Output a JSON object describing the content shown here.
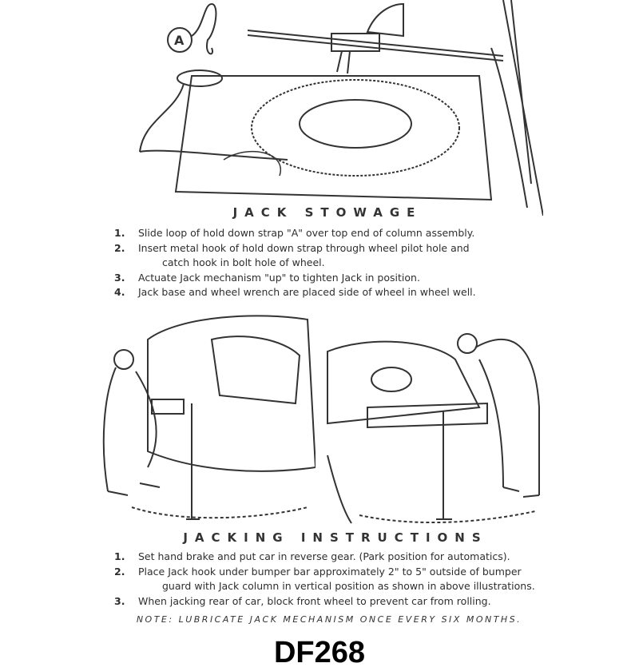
{
  "stowage": {
    "callout_label": "A",
    "heading": "JACK STOWAGE",
    "steps": [
      {
        "num": "1.",
        "text": "Slide loop of hold down strap \"A\" over top end of column assembly."
      },
      {
        "num": "2.",
        "text": "Insert metal hook of hold down strap through wheel pilot hole and",
        "cont": "catch hook in bolt hole of wheel."
      },
      {
        "num": "3.",
        "text": "Actuate Jack mechanism \"up\" to tighten Jack in position."
      },
      {
        "num": "4.",
        "text": "Jack base and wheel wrench are placed side of wheel in wheel well."
      }
    ]
  },
  "jacking": {
    "heading": "JACKING INSTRUCTIONS",
    "steps": [
      {
        "num": "1.",
        "text": "Set hand brake and put car in reverse gear. (Park position for automatics)."
      },
      {
        "num": "2.",
        "text": "Place Jack hook under bumper bar approximately 2\" to 5\" outside of bumper",
        "cont": "guard with Jack column in vertical position as shown in above illustrations."
      },
      {
        "num": "3.",
        "text": "When jacking rear of car, block front wheel to prevent car from rolling."
      }
    ],
    "note": "NOTE: LUBRICATE JACK MECHANISM ONCE EVERY SIX MONTHS."
  },
  "part_code": "DF268"
}
